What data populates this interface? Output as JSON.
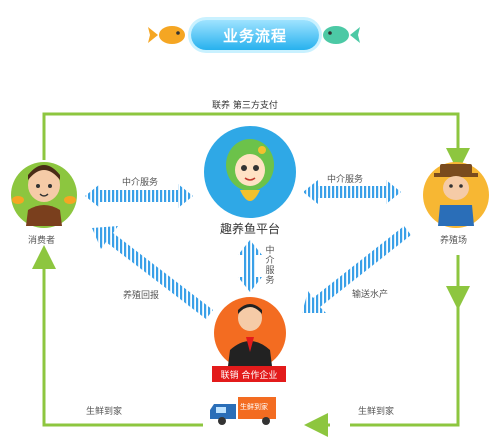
{
  "title": "业务流程",
  "top_flow_label": "联养 第三方支付",
  "platform": {
    "name": "趣养鱼平台"
  },
  "consumer": {
    "label": "消费者"
  },
  "farm": {
    "label": "养殖场"
  },
  "partner": {
    "label": "联销 合作企业"
  },
  "truck": {
    "sign": "生鲜到家"
  },
  "arrows": {
    "consumer_platform": "中介服务",
    "platform_farm": "中介服务",
    "platform_partner": "中介服务",
    "partner_consumer": "养殖回报",
    "farm_partner": "输送水产"
  },
  "bottom": {
    "left": "生鲜到家",
    "right": "生鲜到家"
  },
  "colors": {
    "green": "#8dc63f",
    "blue": "#3aa0e8",
    "red": "#e31b1b",
    "title_blue": "#27b1ee"
  }
}
